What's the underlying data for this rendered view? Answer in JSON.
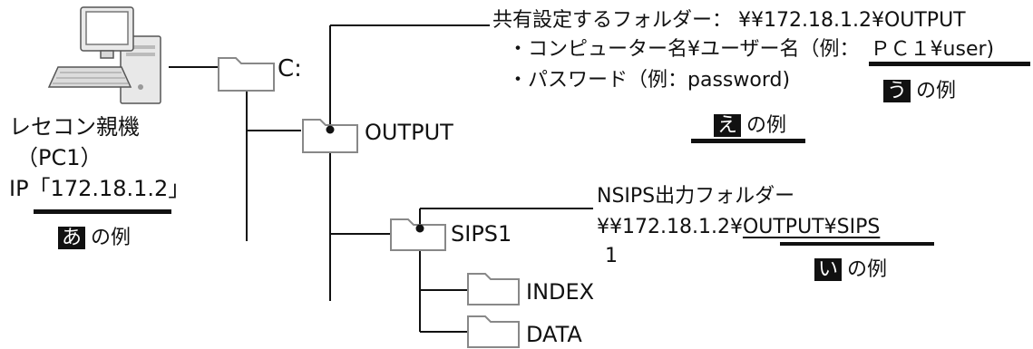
{
  "pc": {
    "name": "レセコン親機",
    "id": "（PC1）",
    "ip": "IP「172.18.1.2」"
  },
  "folders": {
    "c_drive": "C:",
    "output": "OUTPUT",
    "sips1": "SIPS1",
    "index": "INDEX",
    "data": "DATA"
  },
  "share_info": {
    "title": "共有設定するフォルダー：  ¥¥172.18.1.2¥OUTPUT",
    "item1_label": "・コンピューター名¥ユーザー名（例：",
    "item1_example": "ＰＣ１¥user)",
    "item2_label": "・パスワード（例：",
    "item2_example": "password)"
  },
  "nsips": {
    "title": "NSIPS出力フォルダー",
    "path_prefix": "¥¥172.18.1.2¥",
    "path_underlined": "OUTPUT¥SIPS",
    "path_wrap": "1"
  },
  "examples": {
    "a": {
      "mark": "あ",
      "suffix": "の例"
    },
    "i": {
      "mark": "い",
      "suffix": "の例"
    },
    "u": {
      "mark": "う",
      "suffix": "の例"
    },
    "e": {
      "mark": "え",
      "suffix": "の例"
    }
  }
}
